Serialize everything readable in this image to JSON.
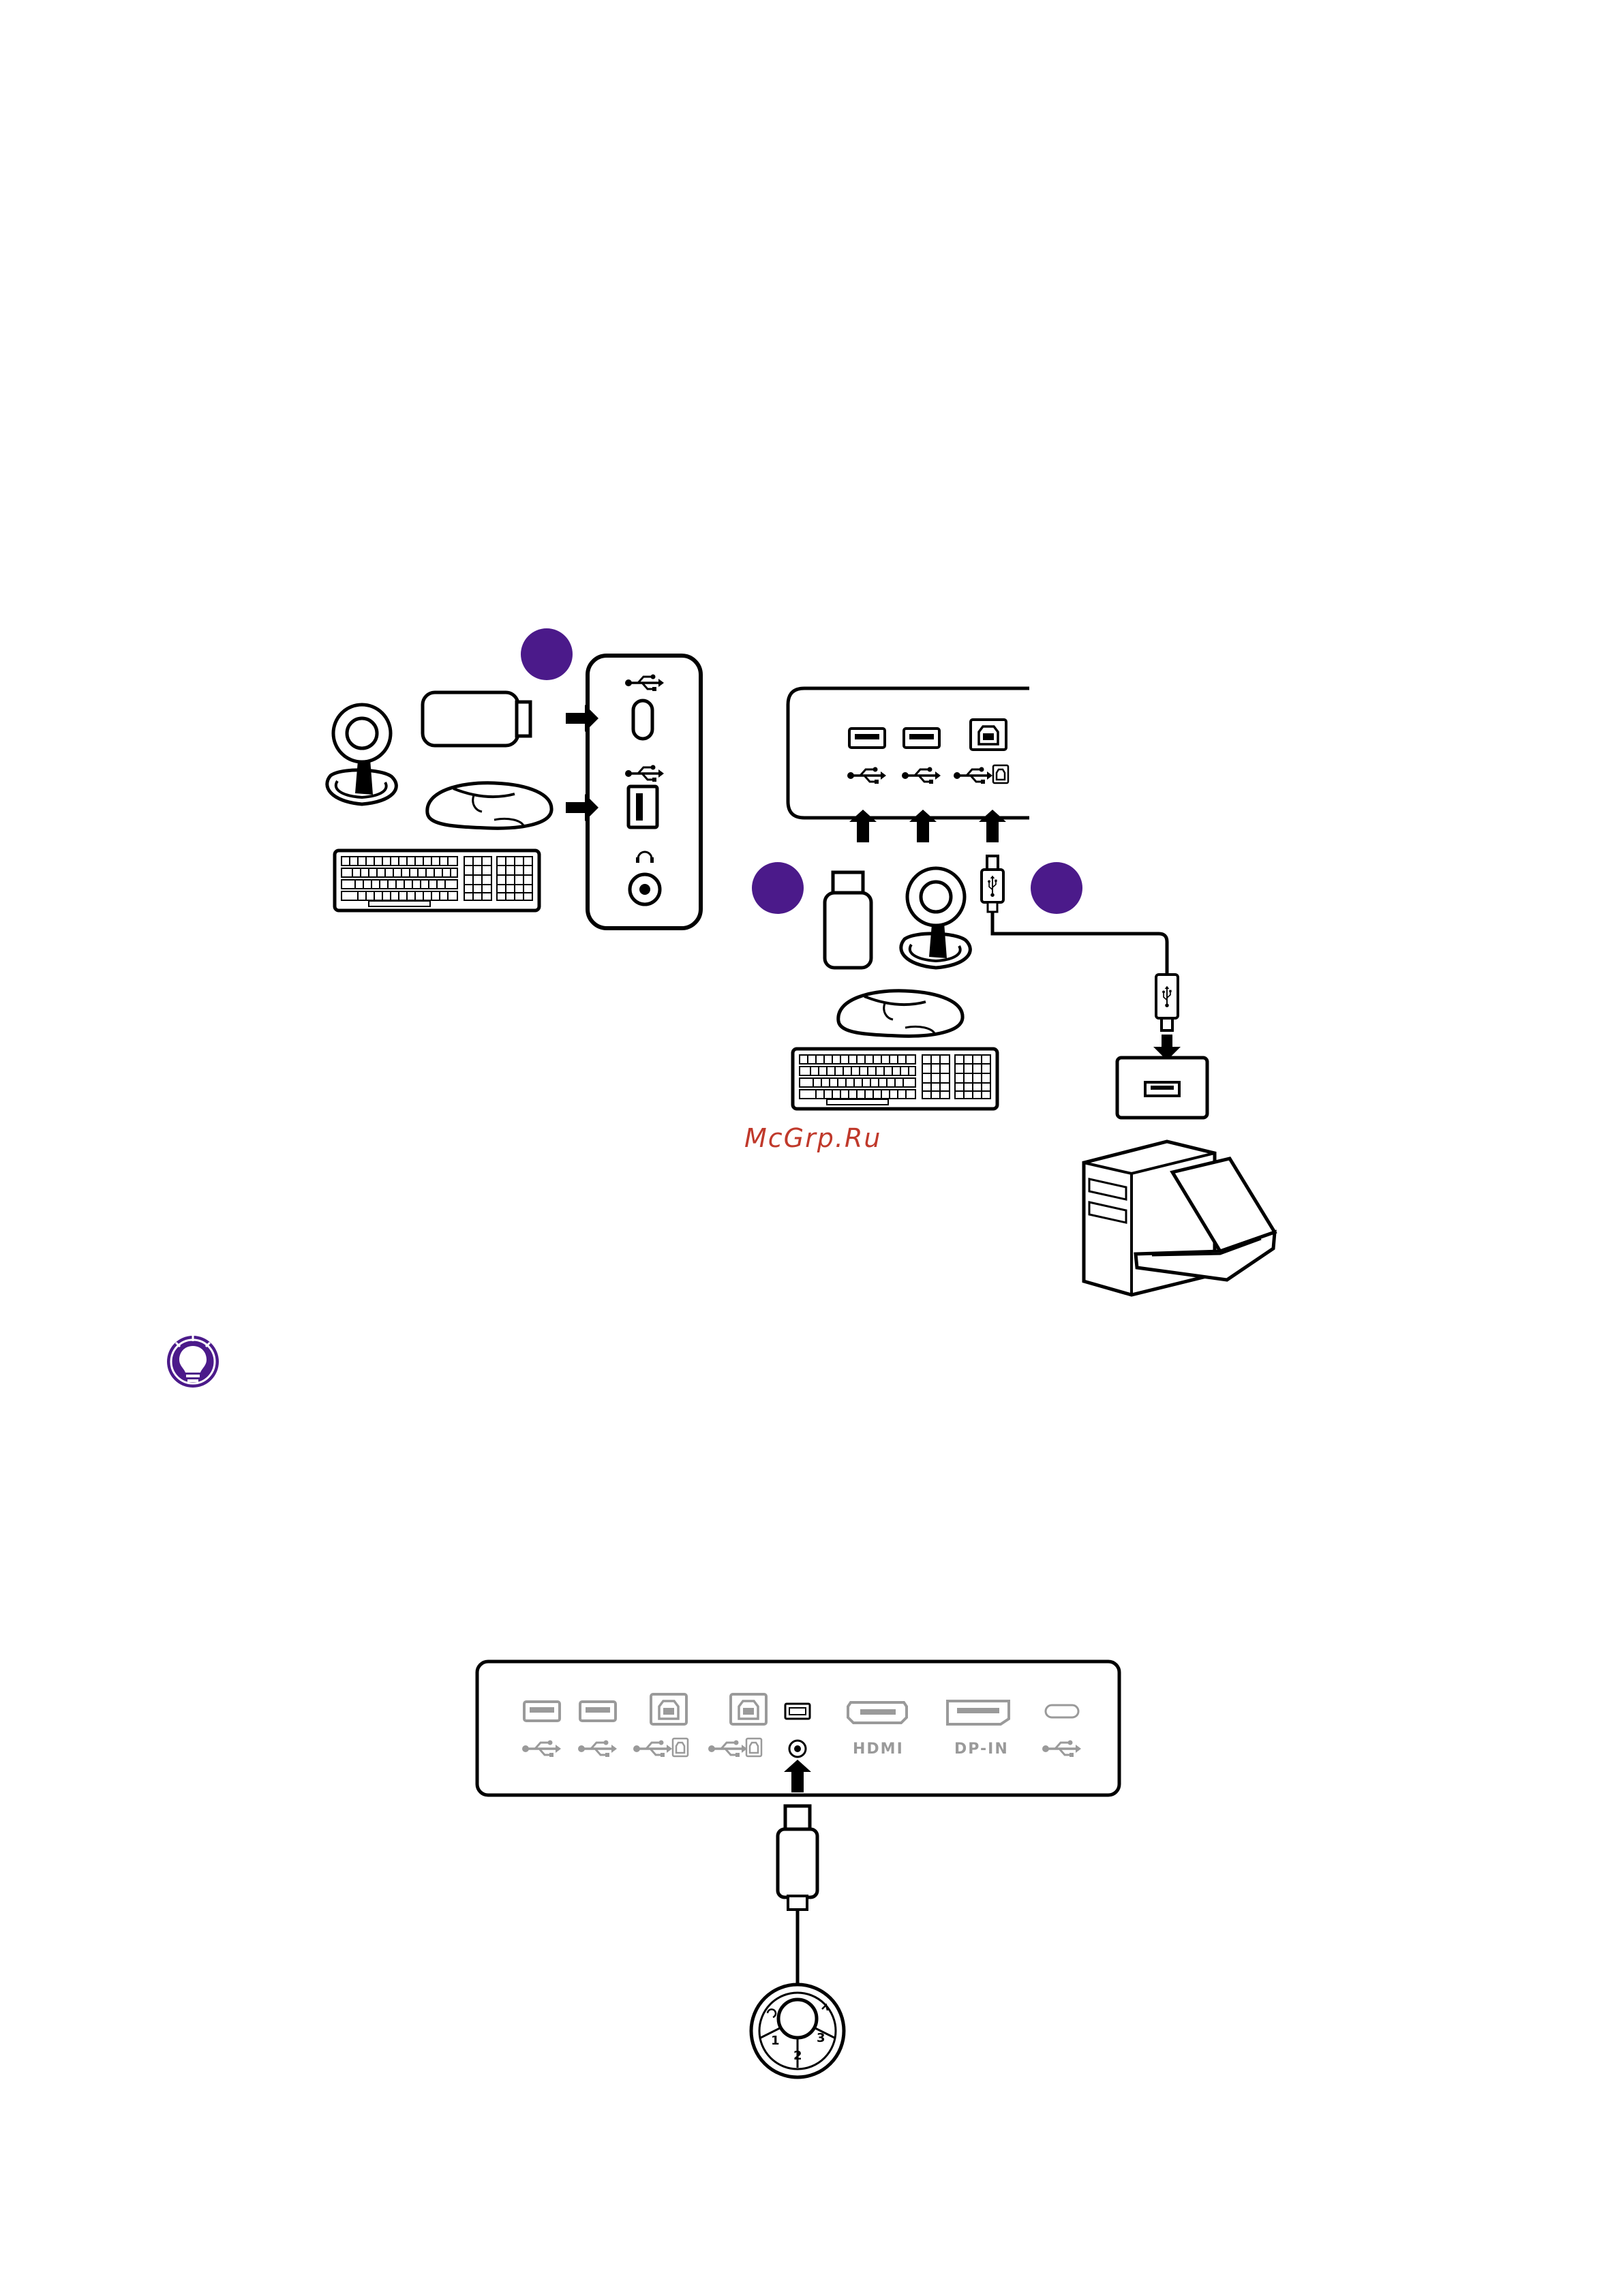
{
  "watermark": "McGrp.Ru",
  "port_labels": {
    "hdmi": "HDMI",
    "dp_in": "DP-IN"
  },
  "puck_labels": {
    "one": "1",
    "two": "2",
    "three": "3"
  },
  "colors": {
    "badge": "#4b1a8a",
    "line": "#000000",
    "port_gray": "#9a9a9a",
    "watermark": "#c0392b"
  },
  "icons": [
    "usb-icon",
    "headphone-icon",
    "lightbulb-icon",
    "arrow-icon",
    "usb-plug-icon",
    "puck-icon",
    "webcam-icon",
    "mouse-icon",
    "keyboard-icon",
    "flash-drive-icon",
    "computer-icon"
  ]
}
